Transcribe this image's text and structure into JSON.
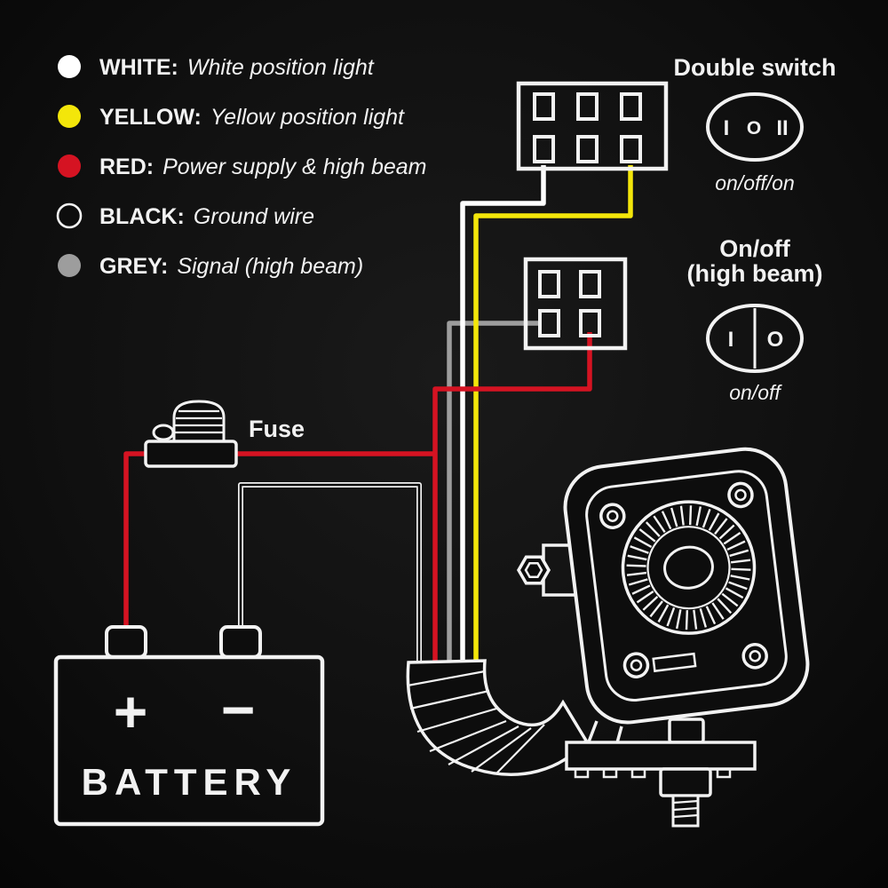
{
  "colors": {
    "background": "#0d0d0d",
    "line": "#f2f2f2",
    "white": "#ffffff",
    "yellow": "#f3e60a",
    "red": "#d51322",
    "black": "#0d0d0d",
    "grey": "#9d9d9d"
  },
  "legend": {
    "items": [
      {
        "name": "white",
        "label": "WHITE:",
        "desc": "White position light"
      },
      {
        "name": "yellow",
        "label": "YELLOW:",
        "desc": "Yellow position light"
      },
      {
        "name": "red",
        "label": "RED:",
        "desc": "Power supply & high beam"
      },
      {
        "name": "black",
        "label": "BLACK:",
        "desc": "Ground wire"
      },
      {
        "name": "grey",
        "label": "GREY:",
        "desc": "Signal (high beam)"
      }
    ]
  },
  "switches": {
    "double": {
      "title": "Double switch",
      "pos_left": "I",
      "pos_middle": "O",
      "pos_right": "II",
      "mode": "on/off/on"
    },
    "high_beam": {
      "title_line1": "On/off",
      "title_line2": "(high beam)",
      "pos_left": "I",
      "pos_right": "O",
      "mode": "on/off"
    }
  },
  "fuse": {
    "label": "Fuse"
  },
  "battery": {
    "label": "BATTERY",
    "positive": "+",
    "negative": "−"
  }
}
